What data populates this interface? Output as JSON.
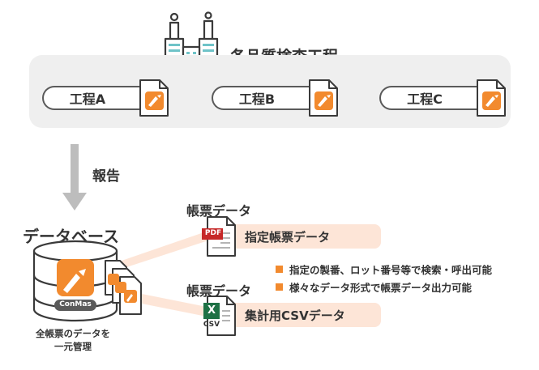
{
  "header": {
    "title": "各品質検査工程"
  },
  "processes": [
    {
      "label": "工程A"
    },
    {
      "label": "工程B"
    },
    {
      "label": "工程C"
    }
  ],
  "report": {
    "label": "報告"
  },
  "database": {
    "title": "データベース",
    "logo_text": "ConMas",
    "caption_line1": "全帳票のデータを",
    "caption_line2": "一元管理"
  },
  "outputs": [
    {
      "tag": "帳票データ",
      "file_badge": "PDF",
      "label": "指定帳票データ"
    },
    {
      "tag": "帳票データ",
      "file_badge": "CSV",
      "excel_letter": "X",
      "label": "集計用CSVデータ"
    }
  ],
  "features": [
    "指定の製番、ロット番号等で検索・呼出可能",
    "様々なデータ形式で帳票データ出力可能"
  ],
  "colors": {
    "accent": "#f28a2e",
    "bar": "#fde5d7",
    "panel": "#efefef",
    "arrow": "#bdbdbd",
    "excel": "#1e7145",
    "pdf": "#c62828"
  }
}
